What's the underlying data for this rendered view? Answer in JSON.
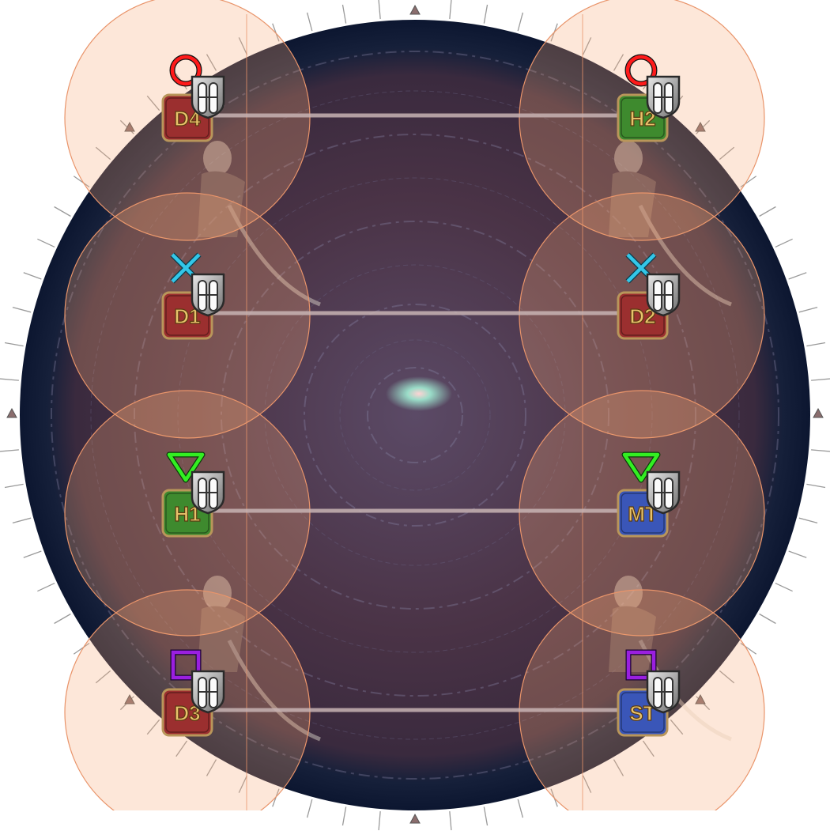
{
  "colors": {
    "floor_center": "#5b4a66",
    "floor_mid": "#4a3346",
    "floor_edge": "#0c1630",
    "aoe_fill": "#f8a978",
    "aoe_stroke": "#e9946a",
    "dps_role": "#9b2f2f",
    "healer_role": "#3e8a2e",
    "tank_role": "#3a56b8",
    "role_text": "#e8c36b",
    "role_border": "#b9965a",
    "marker_circle": "#ff1a1a",
    "marker_cross": "#33c6e8",
    "marker_triangle": "#33ee22",
    "marker_square": "#9a1fe0",
    "tether": "#c8b4b4"
  },
  "players": [
    {
      "id": "d4",
      "label": "D4",
      "role": "dps",
      "marker": "circle-marker",
      "side": "left",
      "row": 0
    },
    {
      "id": "d1",
      "label": "D1",
      "role": "dps",
      "marker": "cross-marker",
      "side": "left",
      "row": 1
    },
    {
      "id": "h1",
      "label": "H1",
      "role": "healer",
      "marker": "triangle-marker",
      "side": "left",
      "row": 2
    },
    {
      "id": "d3",
      "label": "D3",
      "role": "dps",
      "marker": "square-marker",
      "side": "left",
      "row": 3
    },
    {
      "id": "h2",
      "label": "H2",
      "role": "healer",
      "marker": "circle-marker",
      "side": "right",
      "row": 0
    },
    {
      "id": "d2",
      "label": "D2",
      "role": "dps",
      "marker": "cross-marker",
      "side": "right",
      "row": 1
    },
    {
      "id": "mt",
      "label": "MT",
      "role": "tank",
      "marker": "triangle-marker",
      "side": "right",
      "row": 2
    },
    {
      "id": "st",
      "label": "ST",
      "role": "tank",
      "marker": "square-marker",
      "side": "right",
      "row": 3
    }
  ],
  "debuff_icon": "stack-debuff-icon",
  "boss_clones": [
    "boss-clone-left-top",
    "boss-clone-left-bottom",
    "boss-clone-right-top",
    "boss-clone-right-bottom"
  ]
}
